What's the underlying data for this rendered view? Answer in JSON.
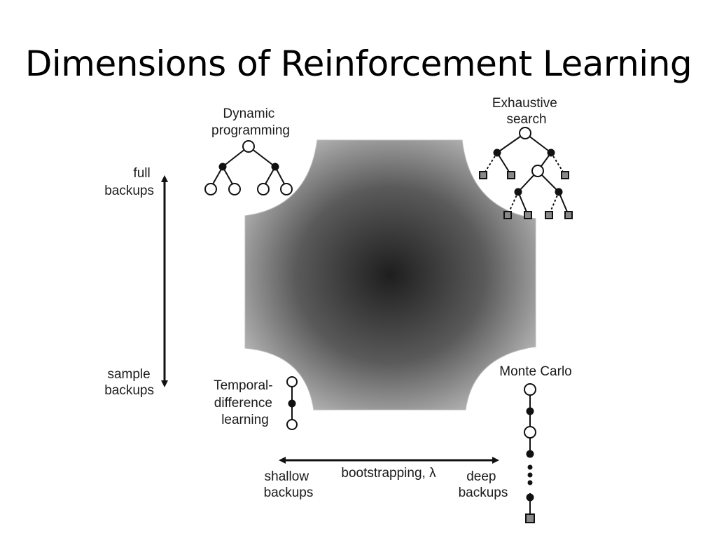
{
  "slide": {
    "title": "Dimensions of Reinforcement Learning"
  },
  "diagram": {
    "corners": {
      "dynamic_programming": [
        "Dynamic",
        "programming"
      ],
      "exhaustive_search": [
        "Exhaustive",
        "search"
      ],
      "temporal_difference": [
        "Temporal-",
        "difference",
        "learning"
      ],
      "monte_carlo": [
        "Monte Carlo"
      ]
    },
    "vertical_axis": {
      "top": [
        "full",
        "backups"
      ],
      "bottom": [
        "sample",
        "backups"
      ]
    },
    "horizontal_axis": {
      "left": [
        "shallow",
        "backups"
      ],
      "center": "bootstrapping, λ",
      "right": [
        "deep",
        "backups"
      ]
    }
  }
}
